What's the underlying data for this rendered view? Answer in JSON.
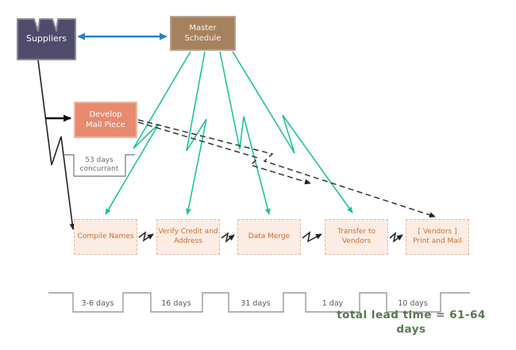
{
  "nodes": {
    "suppliers": "Suppliers",
    "master_schedule": "Master\nSchedule",
    "develop_mail_piece": "Develop\nMail Piece",
    "concurrent_note": "53 days\nconcurrant"
  },
  "process_steps": [
    {
      "label": "Compile Names",
      "duration": "3-6 days"
    },
    {
      "label": "Verify Credit and\nAddress",
      "duration": "16 days"
    },
    {
      "label": "Data Merge",
      "duration": "31 days"
    },
    {
      "label": "Transfer to\nVendors",
      "duration": "1 day"
    },
    {
      "label": "[ Vendors ]\nPrint and Mail",
      "duration": "10 days"
    }
  ],
  "timeline": {
    "total_label": "total lead time = 61-64 days"
  },
  "colors": {
    "suppliers_fill": "#4f4b6c",
    "master_schedule_fill": "#a6815d",
    "develop_fill": "#e78a6d",
    "process_fill": "#fdece3",
    "process_border": "#f0b49b",
    "process_text": "#c96f33",
    "info_arrow_teal": "#1ec3a0",
    "supplier_arrow_blue": "#2b7fc4",
    "total_text_green": "#567a4e"
  }
}
